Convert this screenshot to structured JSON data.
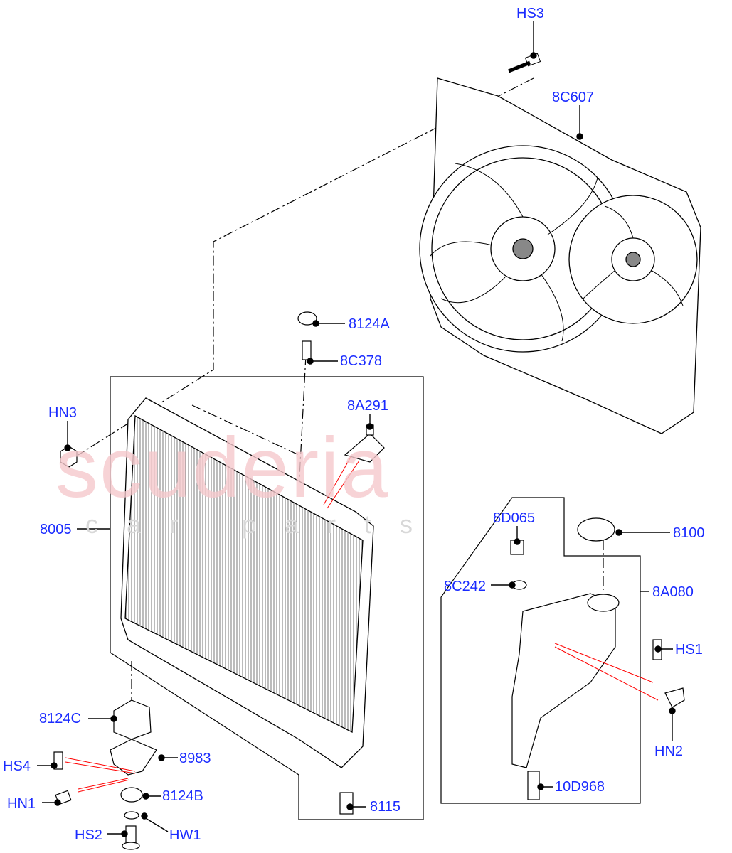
{
  "watermark": {
    "main": "scuderia",
    "sub": "car parts"
  },
  "colors": {
    "label": "#1a2bff",
    "leader": "#000000",
    "highlight_line": "#ff0000",
    "watermark": "#f6c9cd"
  },
  "labels": {
    "HS3": "HS3",
    "8C607": "8C607",
    "8124A": "8124A",
    "8C378": "8C378",
    "8A291": "8A291",
    "HN3": "HN3",
    "8005": "8005",
    "8D065": "8D065",
    "8100": "8100",
    "8C242": "8C242",
    "8A080": "8A080",
    "HS1": "HS1",
    "HN2": "HN2",
    "8124C": "8124C",
    "8983": "8983",
    "HS4": "HS4",
    "8124B": "8124B",
    "HN1": "HN1",
    "8115": "8115",
    "10D968": "10D968",
    "HS2": "HS2",
    "HW1": "HW1"
  }
}
